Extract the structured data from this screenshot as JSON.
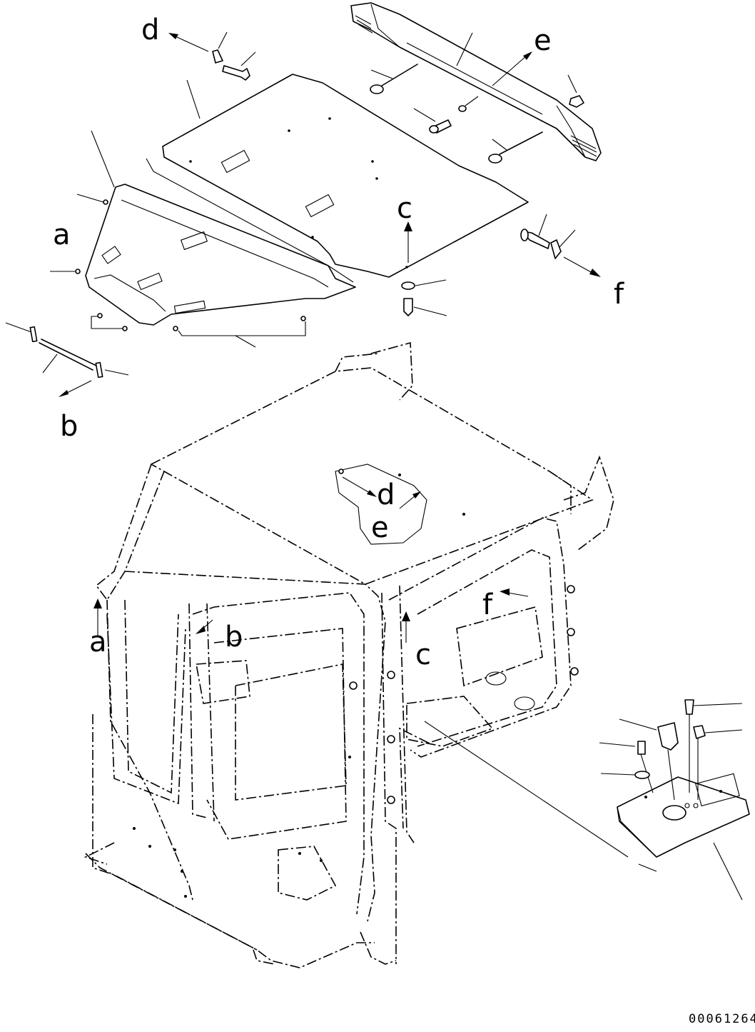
{
  "diagram": {
    "callouts": {
      "d_top": "d",
      "e_top": "e",
      "a_top": "a",
      "c_top": "c",
      "f_top": "f",
      "b_top": "b",
      "d_mid": "d",
      "e_mid": "e",
      "a_bottom": "a",
      "b_bottom": "b",
      "c_bottom": "c",
      "f_bottom": "f"
    },
    "drawing_number": "00061264"
  }
}
